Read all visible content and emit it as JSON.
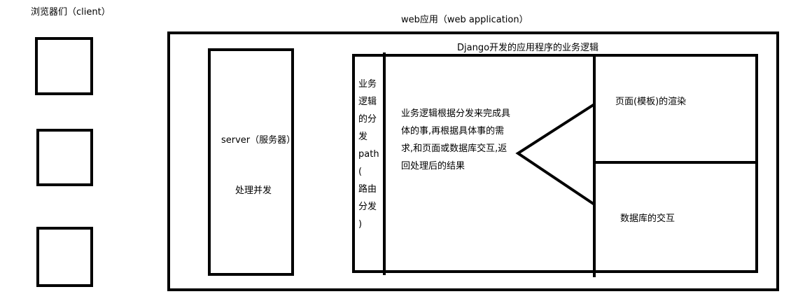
{
  "clients": {
    "title": "浏览器们（client）",
    "box_count": 3
  },
  "web_app": {
    "title": "web应用（web application）"
  },
  "server": {
    "label": "server（服务器）",
    "sub_label": "处理并发"
  },
  "django": {
    "title": "Django开发的应用程序的业务逻辑",
    "routing_column": [
      "业务",
      "逻辑",
      "的分",
      "发",
      "path",
      "(",
      "路由",
      "分发",
      ")"
    ],
    "business_logic": [
      "业务逻辑根据分发来完成具",
      "体的事,再根据具体事的需",
      "求,和页面或数据库交互,返",
      "回处理后的结果"
    ],
    "template_render": "页面(模板)的渲染",
    "database_interaction": "数据库的交互"
  }
}
